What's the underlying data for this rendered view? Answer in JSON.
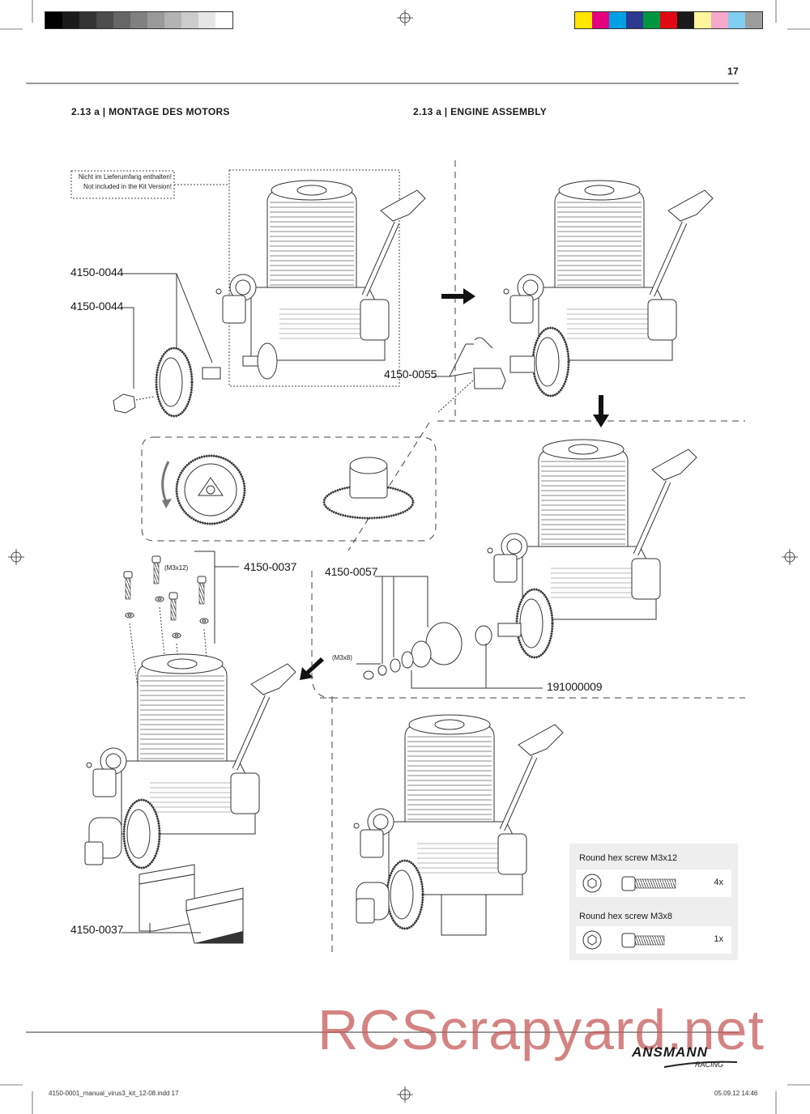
{
  "page_number": "17",
  "headers": {
    "left": "2.13 a | MONTAGE DES MOTORS",
    "right": "2.13 a | ENGINE ASSEMBLY"
  },
  "note": {
    "line1": "Nicht im Lieferumfang enthalten!",
    "line2": "Not included in the Kit Version!"
  },
  "part_labels": {
    "p1": "4150-0044",
    "p2": "4150-0044",
    "p3": "4150-0055",
    "p4": "4150-0037",
    "p5": "4150-0057",
    "p6": "191000009",
    "p7": "4150-0037"
  },
  "screw_labels": {
    "m3x12": "(M3x12)",
    "m3x8": "(M3x8)"
  },
  "legend": {
    "items": [
      {
        "title": "Round hex screw M3x12",
        "qty": "4x"
      },
      {
        "title": "Round hex screw M3x8",
        "qty": "1x"
      }
    ]
  },
  "watermark": "RCScrapyard.net",
  "brand": {
    "name": "ANSMANN",
    "sub": "RACING"
  },
  "footer": {
    "file": "4150-0001_manual_virus3_kit_12-08.indd   17",
    "date": "05.09.12   14:46"
  },
  "color_bar": [
    "#ffe500",
    "#e5007e",
    "#00a0e3",
    "#2b3990",
    "#009640",
    "#e30613",
    "#1a1a1a",
    "#fff59d",
    "#f6a9c9",
    "#7fcdf0",
    "#9d9d9c"
  ],
  "gray_bar": [
    "#000000",
    "#1a1a1a",
    "#333333",
    "#4d4d4d",
    "#666666",
    "#808080",
    "#999999",
    "#b3b3b3",
    "#cccccc",
    "#e6e6e6",
    "#ffffff"
  ]
}
